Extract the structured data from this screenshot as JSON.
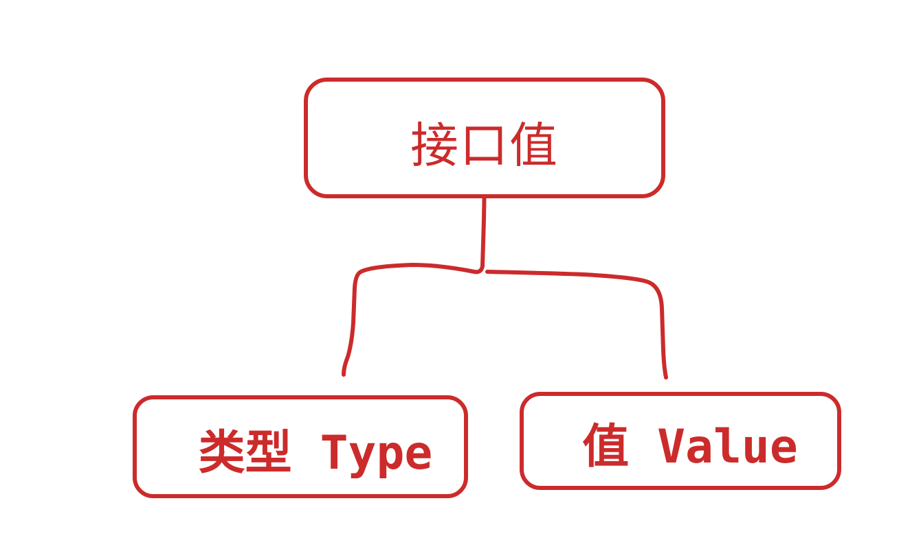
{
  "diagram": {
    "type": "tree",
    "stroke_color": "#cc2b2b",
    "background": "#ffffff",
    "root": {
      "label": "接口值"
    },
    "children": [
      {
        "label": "类型 Type"
      },
      {
        "label": "值 Value"
      }
    ]
  }
}
